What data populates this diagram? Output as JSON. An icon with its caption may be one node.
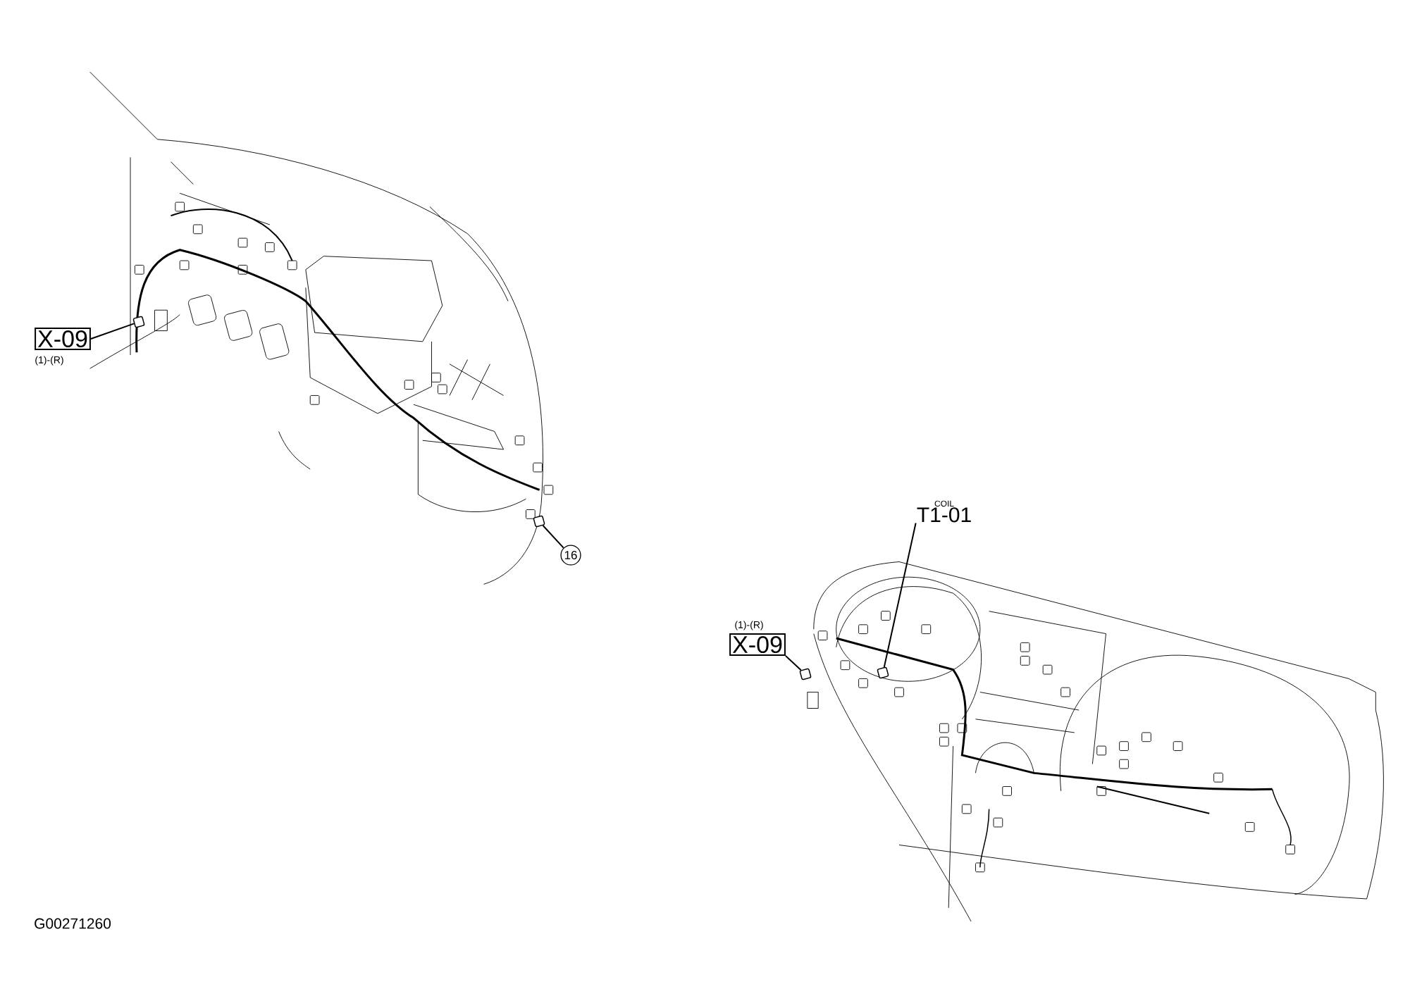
{
  "diagram": {
    "nodes": [
      {
        "text": [
          "X-09"
        ],
        "beside": [
          "(1)-(R)"
        ]
      },
      {
        "text": [],
        "shape": "box"
      },
      {
        "text": [
          "16"
        ]
      },
      {
        "text": [],
        "shape": "box"
      },
      {
        "text": [
          "COIL",
          "T1-01"
        ]
      },
      {
        "text": [],
        "shape": "box"
      },
      {
        "text": [
          "X-09"
        ],
        "beside": [
          "(1)-(R)"
        ]
      },
      {
        "text": [],
        "shape": "box"
      }
    ],
    "edges": [
      {
        "from": 0,
        "to": 1,
        "arrow": "none"
      },
      {
        "from": 2,
        "to": 3,
        "arrow": "none"
      },
      {
        "from": 4,
        "to": 5,
        "arrow": "none"
      },
      {
        "from": 6,
        "to": 7,
        "arrow": "none"
      }
    ],
    "labels": [
      "G00271260"
    ]
  }
}
